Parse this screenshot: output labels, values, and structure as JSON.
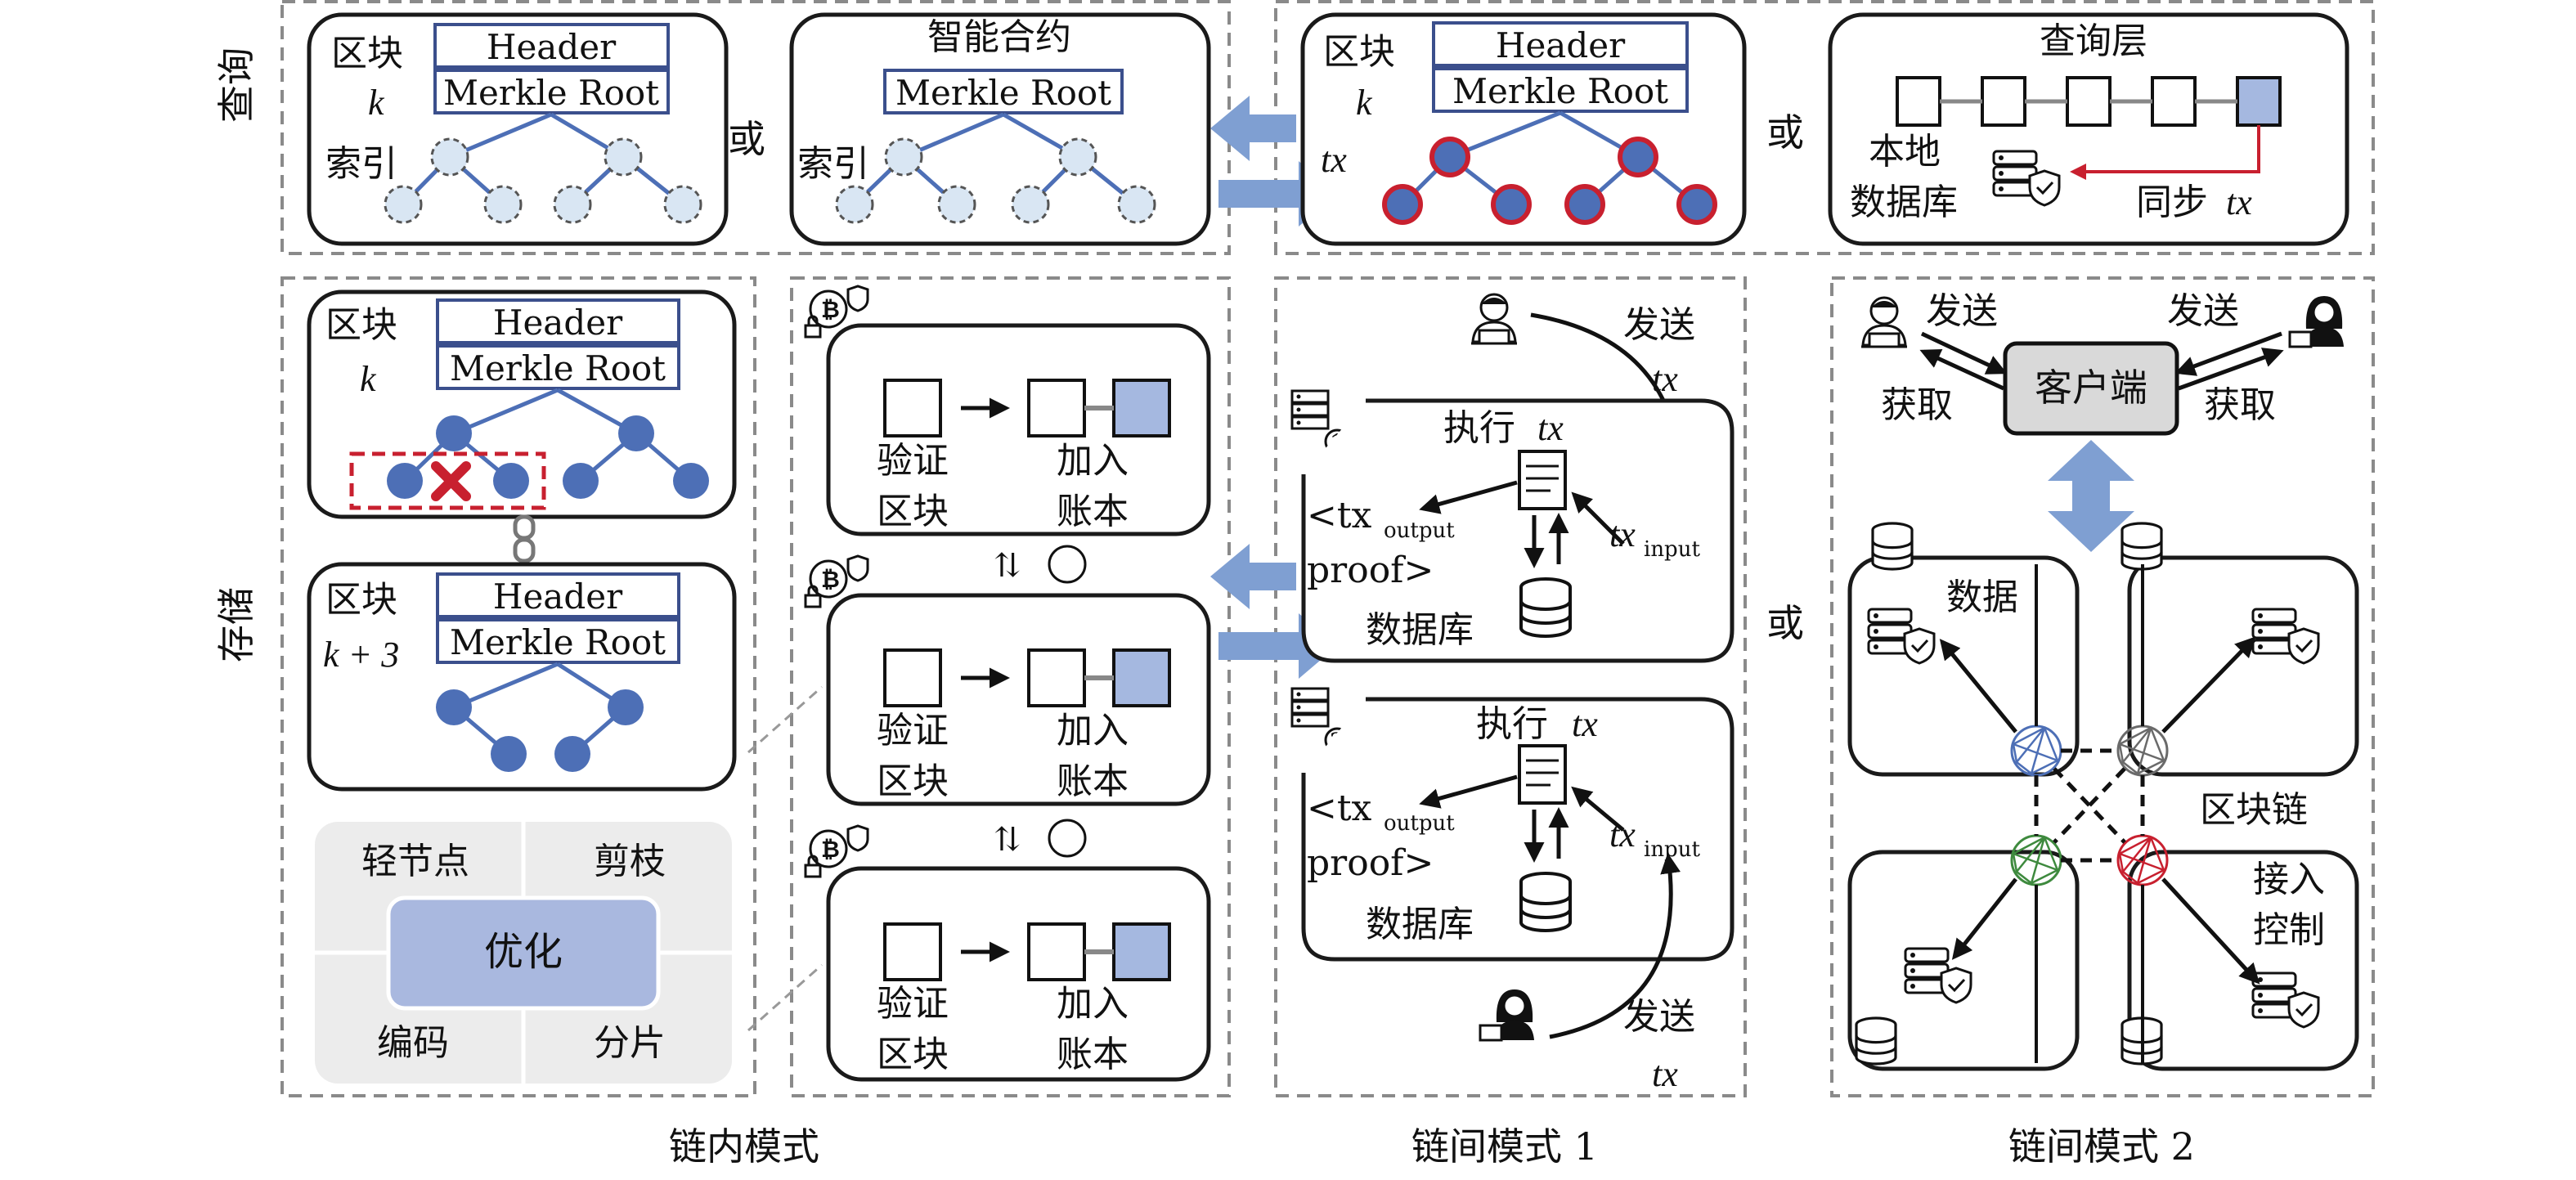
{
  "row_labels": {
    "query": "查询",
    "storage": "存储"
  },
  "or_label": "或",
  "block": {
    "label": "区块",
    "k": "k",
    "k3": "k + 3",
    "header": "Header",
    "merkle": "Merkle Root",
    "index": "索引",
    "tx": "tx"
  },
  "smart_contract": "智能合约",
  "query_layer": {
    "title": "查询层",
    "local_db_1": "本地",
    "local_db_2": "数据库",
    "sync": "同步",
    "tx": "tx"
  },
  "verify": {
    "verify_1": "验证",
    "verify_2": "区块",
    "join_1": "加入",
    "join_2": "账本"
  },
  "optimization": {
    "center": "优化",
    "tl": "轻节点",
    "tr": "剪枝",
    "bl": "编码",
    "br": "分片"
  },
  "cross1": {
    "send": "发送",
    "tx": "tx",
    "exec": "执行",
    "tx_output_open": "<tx",
    "output_sub": "output",
    "proof": "proof>",
    "tx_input": "tx",
    "input_sub": "input",
    "db": "数据库",
    "server_1": "1",
    "server_2": "2"
  },
  "cross2": {
    "send": "发送",
    "get": "获取",
    "client": "客户端",
    "data": "数据",
    "blockchain": "区块链",
    "access_1": "接入",
    "access_2": "控制"
  },
  "captions": {
    "intra": "链内模式",
    "inter1": "链间模式 1",
    "inter2": "链间模式 2"
  },
  "colors": {
    "node_blue": "#4d6fb6",
    "light_blue": "#d9e6f3",
    "cube_blue": "#a5b8e0",
    "red": "#c8202f",
    "arrow_blue": "#7f9fd2",
    "opt_center": "#a9b8df",
    "opt_bg": "#ececec",
    "client_bg": "#d9d9d9"
  }
}
